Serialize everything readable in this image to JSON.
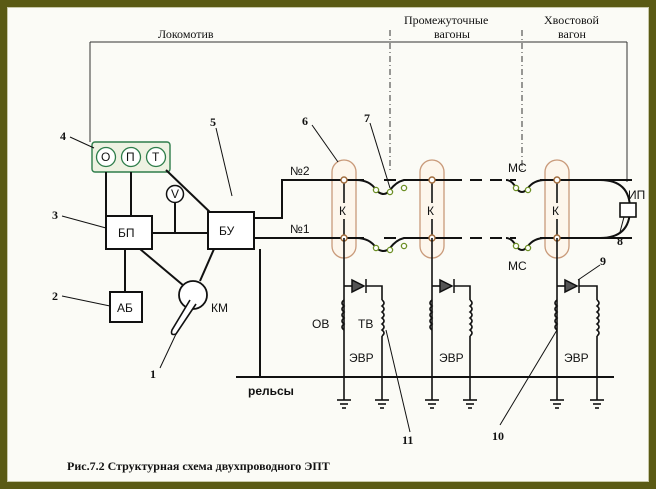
{
  "header": {
    "locomotive": "Локомотив",
    "intermediate_line1": "Промежуточные",
    "intermediate_line2": "вагоны",
    "tail_line1": "Хвостовой",
    "tail_line2": "вагон"
  },
  "blocks": {
    "o": "О",
    "p": "П",
    "t": "Т",
    "bp": "БП",
    "ab": "АБ",
    "bu": "БУ",
    "v": "V",
    "km": "КМ",
    "ip": "ИП",
    "k1": "К",
    "k2": "К",
    "k3": "К"
  },
  "wires": {
    "n2": "№2",
    "n1": "№1"
  },
  "labels": {
    "ms_top": "МС",
    "ms_bottom": "МС",
    "ov": "ОВ",
    "tv": "ТВ",
    "evr1": "ЭВР",
    "evr2": "ЭВР",
    "evr3": "ЭВР",
    "rails": "рельсы"
  },
  "callouts": {
    "c1": "1",
    "c2": "2",
    "c3": "3",
    "c4": "4",
    "c5": "5",
    "c6": "6",
    "c7": "7",
    "c8": "8",
    "c9": "9",
    "c10": "10",
    "c11": "11"
  },
  "caption": "Рис.7.2 Структурная схема двухпроводного ЭПТ",
  "colors": {
    "frame": "#5a5a14",
    "paper": "#fbfbf6",
    "ink": "#111111",
    "coupler_fill": "#fdf6ec",
    "coupler_stroke": "#c99a7a",
    "opt_border": "#2e7d4a",
    "opt_fill": "#eef2e2",
    "node_green": "#6b8e23"
  }
}
